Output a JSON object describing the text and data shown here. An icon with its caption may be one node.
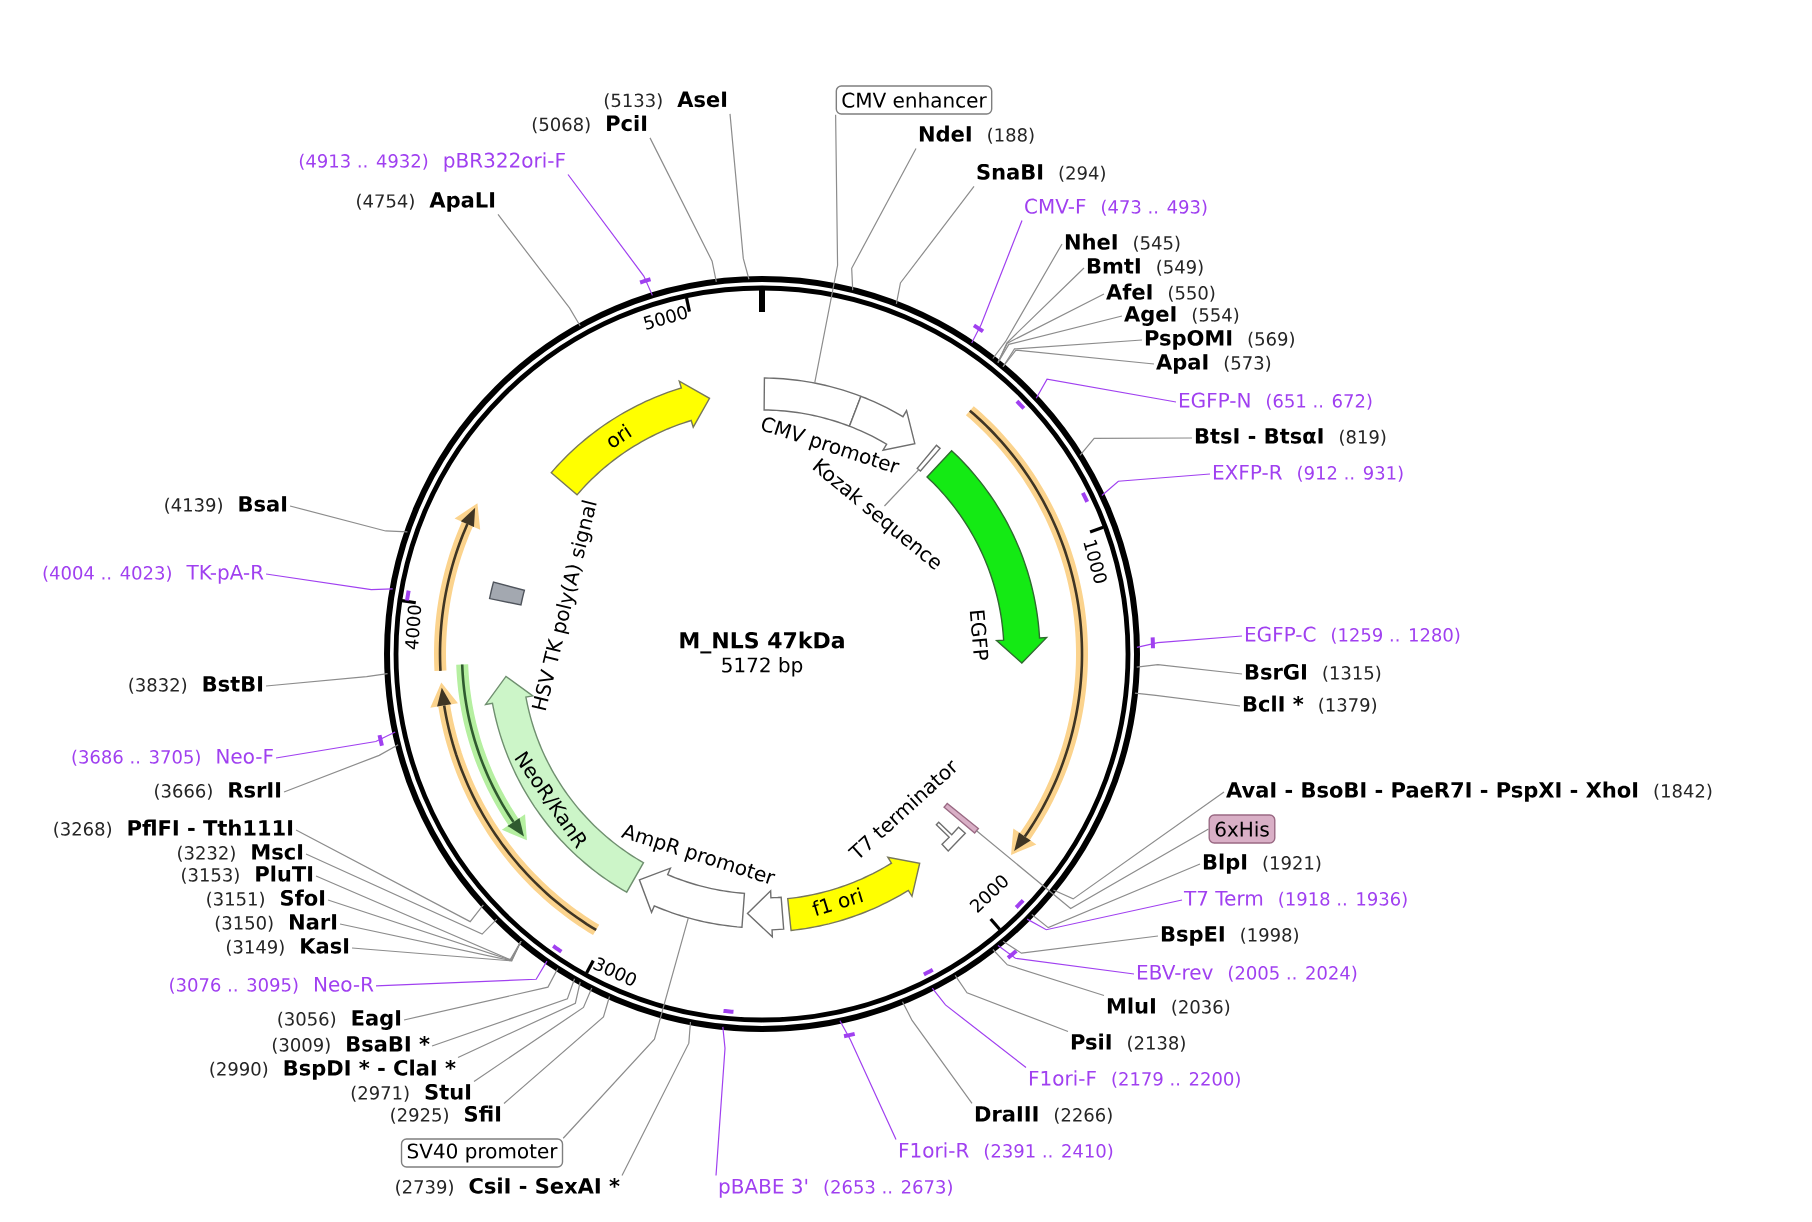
{
  "diagram": {
    "nodes": [
      {
        "text": [
          "M_NLS 47kDa",
          "5172 bp"
        ]
      },
      {
        "text": [
          "ori"
        ],
        "in": 0
      },
      {
        "text": [],
        "shape": "box",
        "in": 0
      },
      {
        "text": [
          "CMV promoter"
        ],
        "in": 0
      },
      {
        "text": [],
        "shape": "bar",
        "in": 0
      },
      {
        "text": [
          "Kozak sequence"
        ],
        "in": 0
      },
      {
        "text": [
          "EGFP"
        ],
        "in": 0
      },
      {
        "text": [
          "T7 terminator"
        ],
        "in": 0
      },
      {
        "text": [],
        "shape": "bar",
        "in": 0
      },
      {
        "text": [
          "f1 ori"
        ],
        "in": 0
      },
      {
        "text": [
          "AmpR promoter"
        ],
        "in": 0
      },
      {
        "text": [],
        "shape": "arrow",
        "in": 0
      },
      {
        "text": [
          "NeoR/KanR"
        ],
        "in": 0
      },
      {
        "text": [
          "HSV TK poly(A) signal"
        ],
        "in": 0
      },
      {
        "text": [
          "CMV enhancer"
        ]
      },
      {
        "text": [
          "NdeI",
          "(188)"
        ]
      },
      {
        "text": [
          "SnaBI",
          "(294)"
        ]
      },
      {
        "text": [
          "CMV-F",
          "(473 .. 493)"
        ]
      },
      {
        "text": [
          "NheI",
          "(545)"
        ]
      },
      {
        "text": [
          "BmtI",
          "(549)"
        ]
      },
      {
        "text": [
          "AfeI",
          "(550)"
        ]
      },
      {
        "text": [
          "AgeI",
          "(554)"
        ]
      },
      {
        "text": [
          "PspOMI",
          "(569)"
        ]
      },
      {
        "text": [
          "ApaI",
          "(573)"
        ]
      },
      {
        "text": [
          "EGFP-N",
          "(651 .. 672)"
        ]
      },
      {
        "text": [
          "BtsI - BtsαI",
          "(819)"
        ]
      },
      {
        "text": [
          "EXFP-R",
          "(912 .. 931)"
        ]
      },
      {
        "text": [
          "EGFP-C",
          "(1259 .. 1280)"
        ]
      },
      {
        "text": [
          "BsrGI",
          "(1315)"
        ]
      },
      {
        "text": [
          "BclI *",
          "(1379)"
        ]
      },
      {
        "text": [
          "AvaI - BsoBI - PaeR7I - PspXI - XhoI",
          "(1842)"
        ]
      },
      {
        "text": [
          "6xHis"
        ]
      },
      {
        "text": [
          "BlpI",
          "(1921)"
        ]
      },
      {
        "text": [
          "T7 Term",
          "(1918 .. 1936)"
        ]
      },
      {
        "text": [
          "BspEI",
          "(1998)"
        ]
      },
      {
        "text": [
          "EBV-rev",
          "(2005 .. 2024)"
        ]
      },
      {
        "text": [
          "MluI",
          "(2036)"
        ]
      },
      {
        "text": [
          "PsiI",
          "(2138)"
        ]
      },
      {
        "text": [
          "F1ori-F",
          "(2179 .. 2200)"
        ]
      },
      {
        "text": [
          "DraIII",
          "(2266)"
        ]
      },
      {
        "text": [
          "F1ori-R",
          "(2391 .. 2410)"
        ]
      },
      {
        "text": [
          "pBABE 3'",
          "(2653 .. 2673)"
        ]
      },
      {
        "text": [
          "(2739)",
          "CsiI - SexAI *"
        ]
      },
      {
        "text": [
          "SV40 promoter"
        ]
      },
      {
        "text": [
          "(2925)",
          "SfiI"
        ]
      },
      {
        "text": [
          "(2971)",
          "StuI"
        ]
      },
      {
        "text": [
          "(2990)",
          "BspDI * - ClaI *"
        ]
      },
      {
        "text": [
          "(3009)",
          "BsaBI *"
        ]
      },
      {
        "text": [
          "(3056)",
          "EagI"
        ]
      },
      {
        "text": [
          "(3076 .. 3095)",
          "Neo-R"
        ]
      },
      {
        "text": [
          "(3149)",
          "KasI"
        ]
      },
      {
        "text": [
          "(3150)",
          "NarI"
        ]
      },
      {
        "text": [
          "(3151)",
          "SfoI"
        ]
      },
      {
        "text": [
          "(3153)",
          "PluTI"
        ]
      },
      {
        "text": [
          "(3232)",
          "MscI"
        ]
      },
      {
        "text": [
          "(3268)",
          "PflFI - Tth111I"
        ]
      },
      {
        "text": [
          "(3666)",
          "RsrII"
        ]
      },
      {
        "text": [
          "(3686 .. 3705)",
          "Neo-F"
        ]
      },
      {
        "text": [
          "(3832)",
          "BstBI"
        ]
      },
      {
        "text": [
          "(4004 .. 4023)",
          "TK-pA-R"
        ]
      },
      {
        "text": [
          "(4139)",
          "BsaI"
        ]
      },
      {
        "text": [
          "(4754)",
          "ApaLI"
        ]
      },
      {
        "text": [
          "(4913 .. 4932)",
          "pBR322ori-F"
        ]
      },
      {
        "text": [
          "(5068)",
          "PciI"
        ]
      },
      {
        "text": [
          "(5133)",
          "AseI"
        ]
      }
    ],
    "edges": [
      {
        "from": 5,
        "to": 4,
        "arrow": "none"
      },
      {
        "from": 14,
        "to": 2,
        "arrow": "none"
      },
      {
        "from": 15,
        "to": 0,
        "arrow": "none"
      },
      {
        "from": 16,
        "to": 0,
        "arrow": "none"
      },
      {
        "from": 17,
        "to": 0,
        "arrow": "none",
        "color": "#a040f0"
      },
      {
        "from": 18,
        "to": 0,
        "arrow": "none"
      },
      {
        "from": 19,
        "to": 0,
        "arrow": "none"
      },
      {
        "from": 20,
        "to": 0,
        "arrow": "none"
      },
      {
        "from": 21,
        "to": 0,
        "arrow": "none"
      },
      {
        "from": 22,
        "to": 0,
        "arrow": "none"
      },
      {
        "from": 23,
        "to": 0,
        "arrow": "none"
      },
      {
        "from": 24,
        "to": 0,
        "arrow": "none",
        "color": "#a040f0"
      },
      {
        "from": 25,
        "to": 0,
        "arrow": "none"
      },
      {
        "from": 26,
        "to": 0,
        "arrow": "none",
        "color": "#a040f0"
      },
      {
        "from": 27,
        "to": 0,
        "arrow": "none",
        "color": "#a040f0"
      },
      {
        "from": 28,
        "to": 0,
        "arrow": "none"
      },
      {
        "from": 29,
        "to": 0,
        "arrow": "none"
      },
      {
        "from": 30,
        "to": 0,
        "arrow": "none"
      },
      {
        "from": 31,
        "to": 8,
        "arrow": "none"
      },
      {
        "from": 32,
        "to": 0,
        "arrow": "none"
      },
      {
        "from": 33,
        "to": 0,
        "arrow": "none",
        "color": "#a040f0"
      },
      {
        "from": 34,
        "to": 0,
        "arrow": "none"
      },
      {
        "from": 35,
        "to": 0,
        "arrow": "none",
        "color": "#a040f0"
      },
      {
        "from": 36,
        "to": 0,
        "arrow": "none"
      },
      {
        "from": 37,
        "to": 0,
        "arrow": "none"
      },
      {
        "from": 38,
        "to": 0,
        "arrow": "none",
        "color": "#a040f0"
      },
      {
        "from": 39,
        "to": 0,
        "arrow": "none"
      },
      {
        "from": 40,
        "to": 0,
        "arrow": "none",
        "color": "#a040f0"
      },
      {
        "from": 41,
        "to": 0,
        "arrow": "none",
        "color": "#a040f0"
      },
      {
        "from": 42,
        "to": 0,
        "arrow": "none"
      },
      {
        "from": 43,
        "to": 11,
        "arrow": "none"
      },
      {
        "from": 44,
        "to": 0,
        "arrow": "none"
      },
      {
        "from": 45,
        "to": 0,
        "arrow": "none"
      },
      {
        "from": 46,
        "to": 0,
        "arrow": "none"
      },
      {
        "from": 47,
        "to": 0,
        "arrow": "none"
      },
      {
        "from": 48,
        "to": 0,
        "arrow": "none"
      },
      {
        "from": 49,
        "to": 0,
        "arrow": "none",
        "color": "#a040f0"
      },
      {
        "from": 50,
        "to": 0,
        "arrow": "none"
      },
      {
        "from": 51,
        "to": 0,
        "arrow": "none"
      },
      {
        "from": 52,
        "to": 0,
        "arrow": "none"
      },
      {
        "from": 53,
        "to": 0,
        "arrow": "none"
      },
      {
        "from": 54,
        "to": 0,
        "arrow": "none"
      },
      {
        "from": 55,
        "to": 0,
        "arrow": "none"
      },
      {
        "from": 56,
        "to": 0,
        "arrow": "none"
      },
      {
        "from": 57,
        "to": 0,
        "arrow": "none",
        "color": "#a040f0"
      },
      {
        "from": 58,
        "to": 0,
        "arrow": "none"
      },
      {
        "from": 59,
        "to": 0,
        "arrow": "none",
        "color": "#a040f0"
      },
      {
        "from": 60,
        "to": 0,
        "arrow": "none"
      },
      {
        "from": 61,
        "to": 0,
        "arrow": "none"
      },
      {
        "from": 62,
        "to": 0,
        "arrow": "none",
        "color": "#a040f0"
      },
      {
        "from": 63,
        "to": 0,
        "arrow": "none"
      },
      {
        "from": 64,
        "to": 0,
        "arrow": "none"
      }
    ],
    "labels": [
      "1000",
      "2000",
      "3000",
      "4000",
      "5000"
    ]
  }
}
